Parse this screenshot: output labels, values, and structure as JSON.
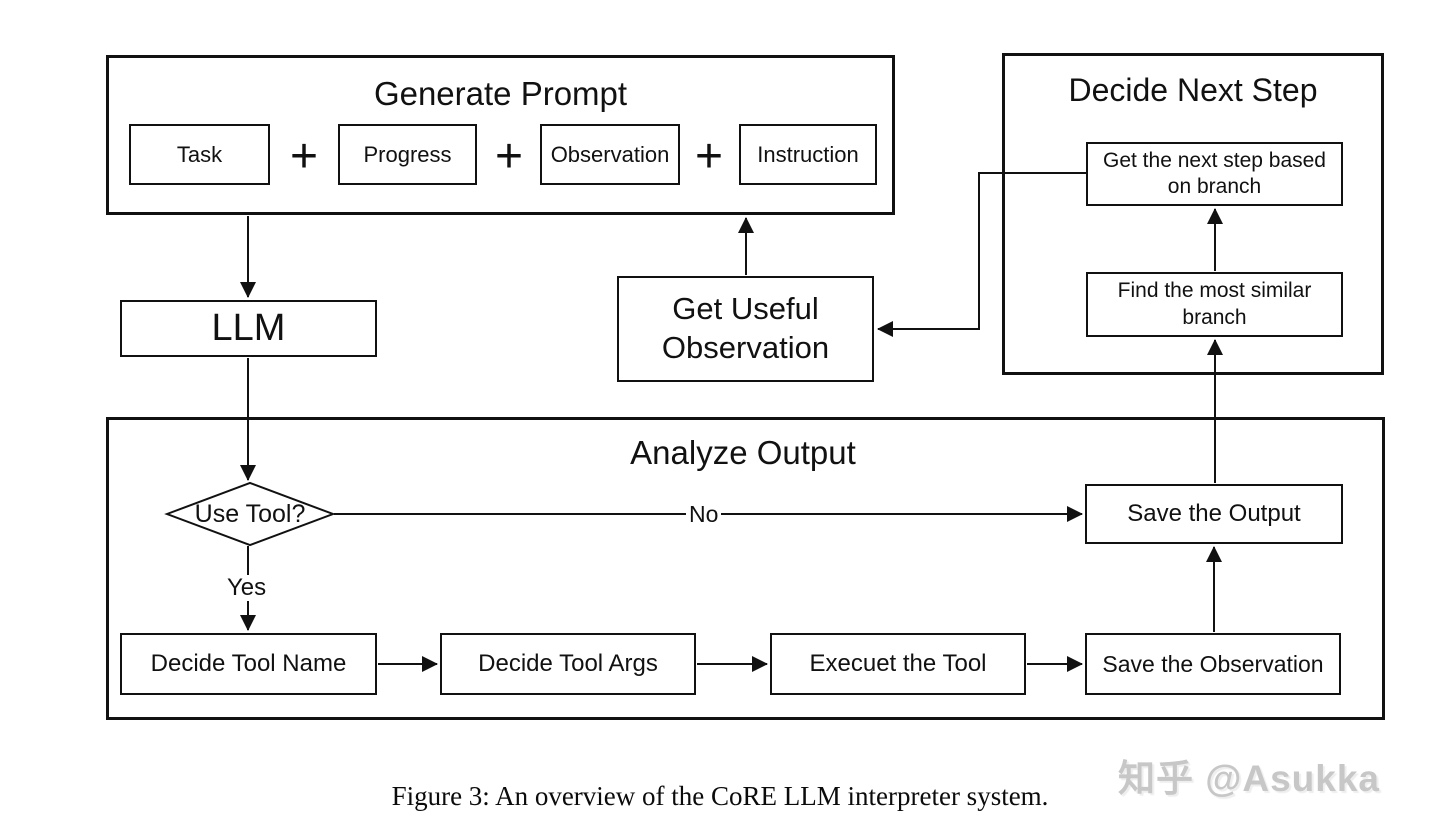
{
  "colors": {
    "ink": "#111111",
    "background": "#ffffff",
    "watermark_gray": "#c7c7c7"
  },
  "generate_prompt": {
    "title": "Generate Prompt",
    "plus": "+",
    "components": [
      "Task",
      "Progress",
      "Observation",
      "Instruction"
    ]
  },
  "llm": {
    "label": "LLM"
  },
  "get_useful_observation": {
    "label": "Get Useful Observation"
  },
  "decide_next_step": {
    "title": "Decide Next Step",
    "get_next_step": "Get the next step based on branch",
    "find_most_similar": "Find the most similar branch"
  },
  "analyze_output": {
    "title": "Analyze Output",
    "use_tool": "Use Tool?",
    "no": "No",
    "yes": "Yes",
    "save_output": "Save the Output",
    "decide_tool_name": "Decide Tool Name",
    "decide_tool_args": "Decide Tool Args",
    "execute_tool": "Execuet the Tool",
    "save_observation": "Save the Observation"
  },
  "caption": "Figure 3: An overview of the CoRE LLM interpreter system.",
  "watermark": "知乎 @Asukka"
}
